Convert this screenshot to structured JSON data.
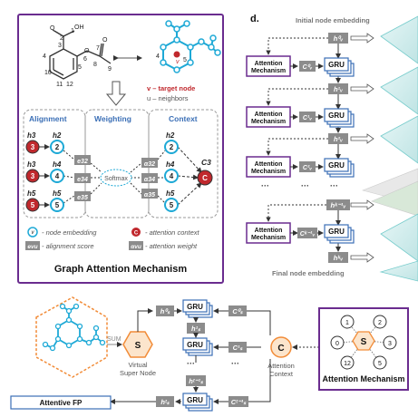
{
  "panel_letter": "d.",
  "gam_panel": {
    "title": "Graph Attention Mechanism",
    "molecule_labels": [
      "O",
      "2",
      "1",
      "OH",
      "3",
      "4",
      "5",
      "O",
      "6",
      "O",
      "7",
      "8",
      "9",
      "10",
      "11",
      "12"
    ],
    "target_graph_labels": [
      "v",
      "4",
      "5"
    ],
    "legend_target": "v – target node",
    "legend_neighbors": "u – neighbors",
    "sections": [
      "Alignment",
      "Weighting",
      "Context"
    ],
    "h_labels": [
      "h3",
      "h2",
      "h3",
      "h4",
      "h5",
      "h5"
    ],
    "node_numbers": [
      "3",
      "2",
      "3",
      "4",
      "5",
      "5"
    ],
    "edge_scores": [
      "e32",
      "e34",
      "e35"
    ],
    "softmax": "Softmax",
    "alphas": [
      "α32",
      "α34",
      "α35"
    ],
    "context_h": [
      "h2",
      "h4",
      "h5"
    ],
    "context_nodes": [
      "2",
      "4",
      "5"
    ],
    "c_label": "C3",
    "c_node": "C",
    "legend_node_embedding": "- node embedding",
    "legend_attention_context": "- attention context",
    "legend_alignment_score": "- alignment score",
    "legend_attention_weight": "- attention weight",
    "legend_evu": "evu",
    "legend_avu": "αvu",
    "legend_v": "v",
    "legend_c": "C"
  },
  "panel_d": {
    "top_label": "Initial node embedding",
    "bottom_label": "Final node embedding",
    "attention_label_1": "Attention",
    "attention_label_2": "Mechanism",
    "gru": "GRU",
    "h_labels": [
      "h⁰ᵥ",
      "h¹ᵥ",
      "h²ᵥ",
      "hᵏ⁻¹ᵥ",
      "hᵏᵥ"
    ],
    "c_labels": [
      "C⁰ᵥ",
      "C¹ᵥ",
      "C²ᵥ",
      "Cᵏ⁻¹ᵥ"
    ],
    "dots": "···"
  },
  "bottom_panel": {
    "sum": "SUM",
    "s": "S",
    "virtual_super_node_1": "Virtual",
    "virtual_super_node_2": "Super Node",
    "attentive_fp": "Attentive FP",
    "gru": "GRU",
    "h_labels": [
      "h⁰ₛ",
      "h¹ₛ",
      "hᵗ⁻¹ₛ",
      "hᵗₛ"
    ],
    "c_labels": [
      "C⁰ₛ",
      "C¹ₛ",
      "Cᵗ⁻¹ₛ"
    ],
    "dots": "···",
    "c_circle": "C",
    "attention_context_1": "Attention",
    "attention_context_2": "Context",
    "mechanism_title": "Attention Mechanism",
    "mech_nodes": [
      "1",
      "2",
      "3",
      "0",
      "12",
      "5"
    ],
    "mech_s": "S"
  },
  "colors": {
    "purple": "#6a2c8f",
    "cyan": "#1ea9d6",
    "red": "#c0282d",
    "orange": "#f28c38",
    "blue_heading": "#3b6fb6",
    "gray_box": "#8c8c8c"
  }
}
